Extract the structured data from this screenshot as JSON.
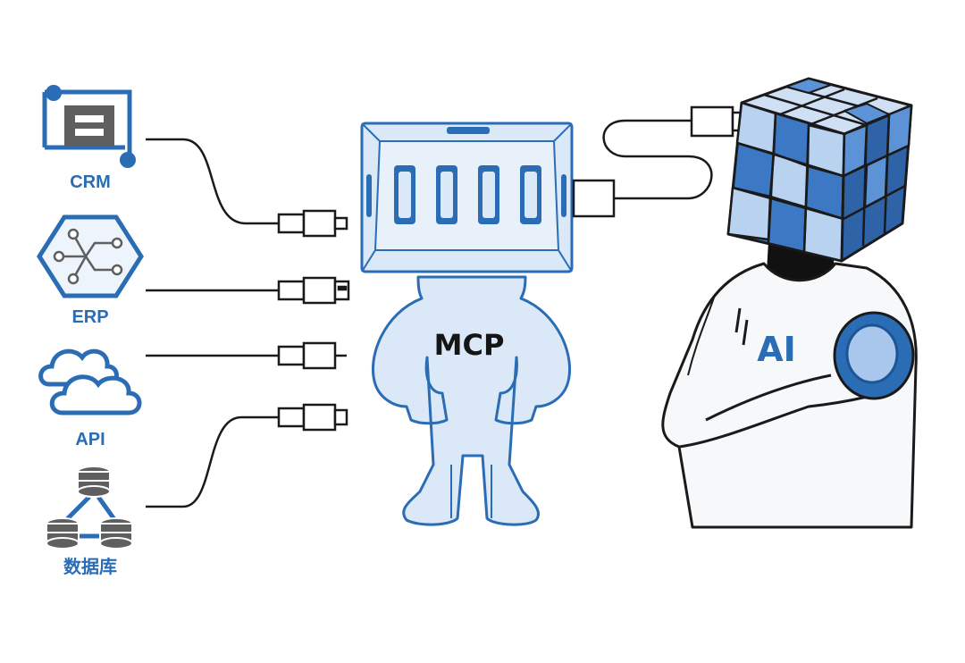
{
  "sources": [
    {
      "label": "CRM",
      "icon": "crm-icon"
    },
    {
      "label": "ERP",
      "icon": "circuit-hexagon-icon"
    },
    {
      "label": "API",
      "icon": "cloud-icon"
    },
    {
      "label": "数据库",
      "icon": "database-cluster-icon"
    }
  ],
  "hub": {
    "label": "MCP"
  },
  "agent": {
    "label": "AI"
  },
  "colors": {
    "accent_blue": "#2a6db5",
    "light_blue": "#dbe8f8",
    "icon_gray": "#5f5f5f",
    "line_black": "#1a1a1a"
  }
}
